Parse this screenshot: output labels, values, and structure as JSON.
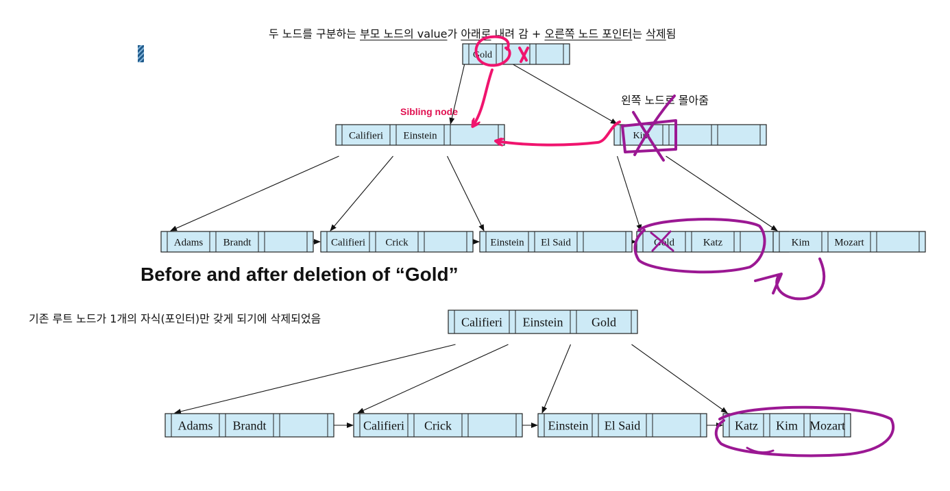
{
  "annotations": {
    "top_note": [
      "두 노드를 구분하는 ",
      "부모 노드의 value",
      "가 ",
      "아래로",
      " 내려 감 + ",
      "오른쪽 노드 포인터",
      "는 ",
      "삭제",
      "됨"
    ],
    "left_note": "왼쪽 노드로 몰아줌",
    "sibling_label": "Sibling node",
    "caption": "Before and after deletion of “Gold”",
    "root_note": "기존 루트 노드가 1개의 자식(포인터)만 갖게 되기에 삭제되었음"
  },
  "before_tree": {
    "root": [
      "Gold",
      "",
      ""
    ],
    "internal": [
      [
        "Califieri",
        "Einstein",
        ""
      ],
      [
        "Kim",
        "",
        ""
      ]
    ],
    "leaves": [
      [
        "Adams",
        "Brandt",
        ""
      ],
      [
        "Califieri",
        "Crick",
        ""
      ],
      [
        "Einstein",
        "El Said",
        ""
      ],
      [
        "Gold",
        "Katz",
        ""
      ],
      [
        "Kim",
        "Mozart",
        ""
      ]
    ]
  },
  "after_tree": {
    "root": [
      "Califieri",
      "Einstein",
      "Gold"
    ],
    "leaves": [
      [
        "Adams",
        "Brandt",
        ""
      ],
      [
        "Califieri",
        "Crick",
        ""
      ],
      [
        "Einstein",
        "El Said",
        ""
      ],
      [
        "Katz",
        "Kim",
        "Mozart"
      ]
    ]
  },
  "colors": {
    "node_fill": "#cdeaf6",
    "node_stroke": "#222222",
    "pink_marker": "#f0146e",
    "purple_marker": "#9b1893"
  }
}
